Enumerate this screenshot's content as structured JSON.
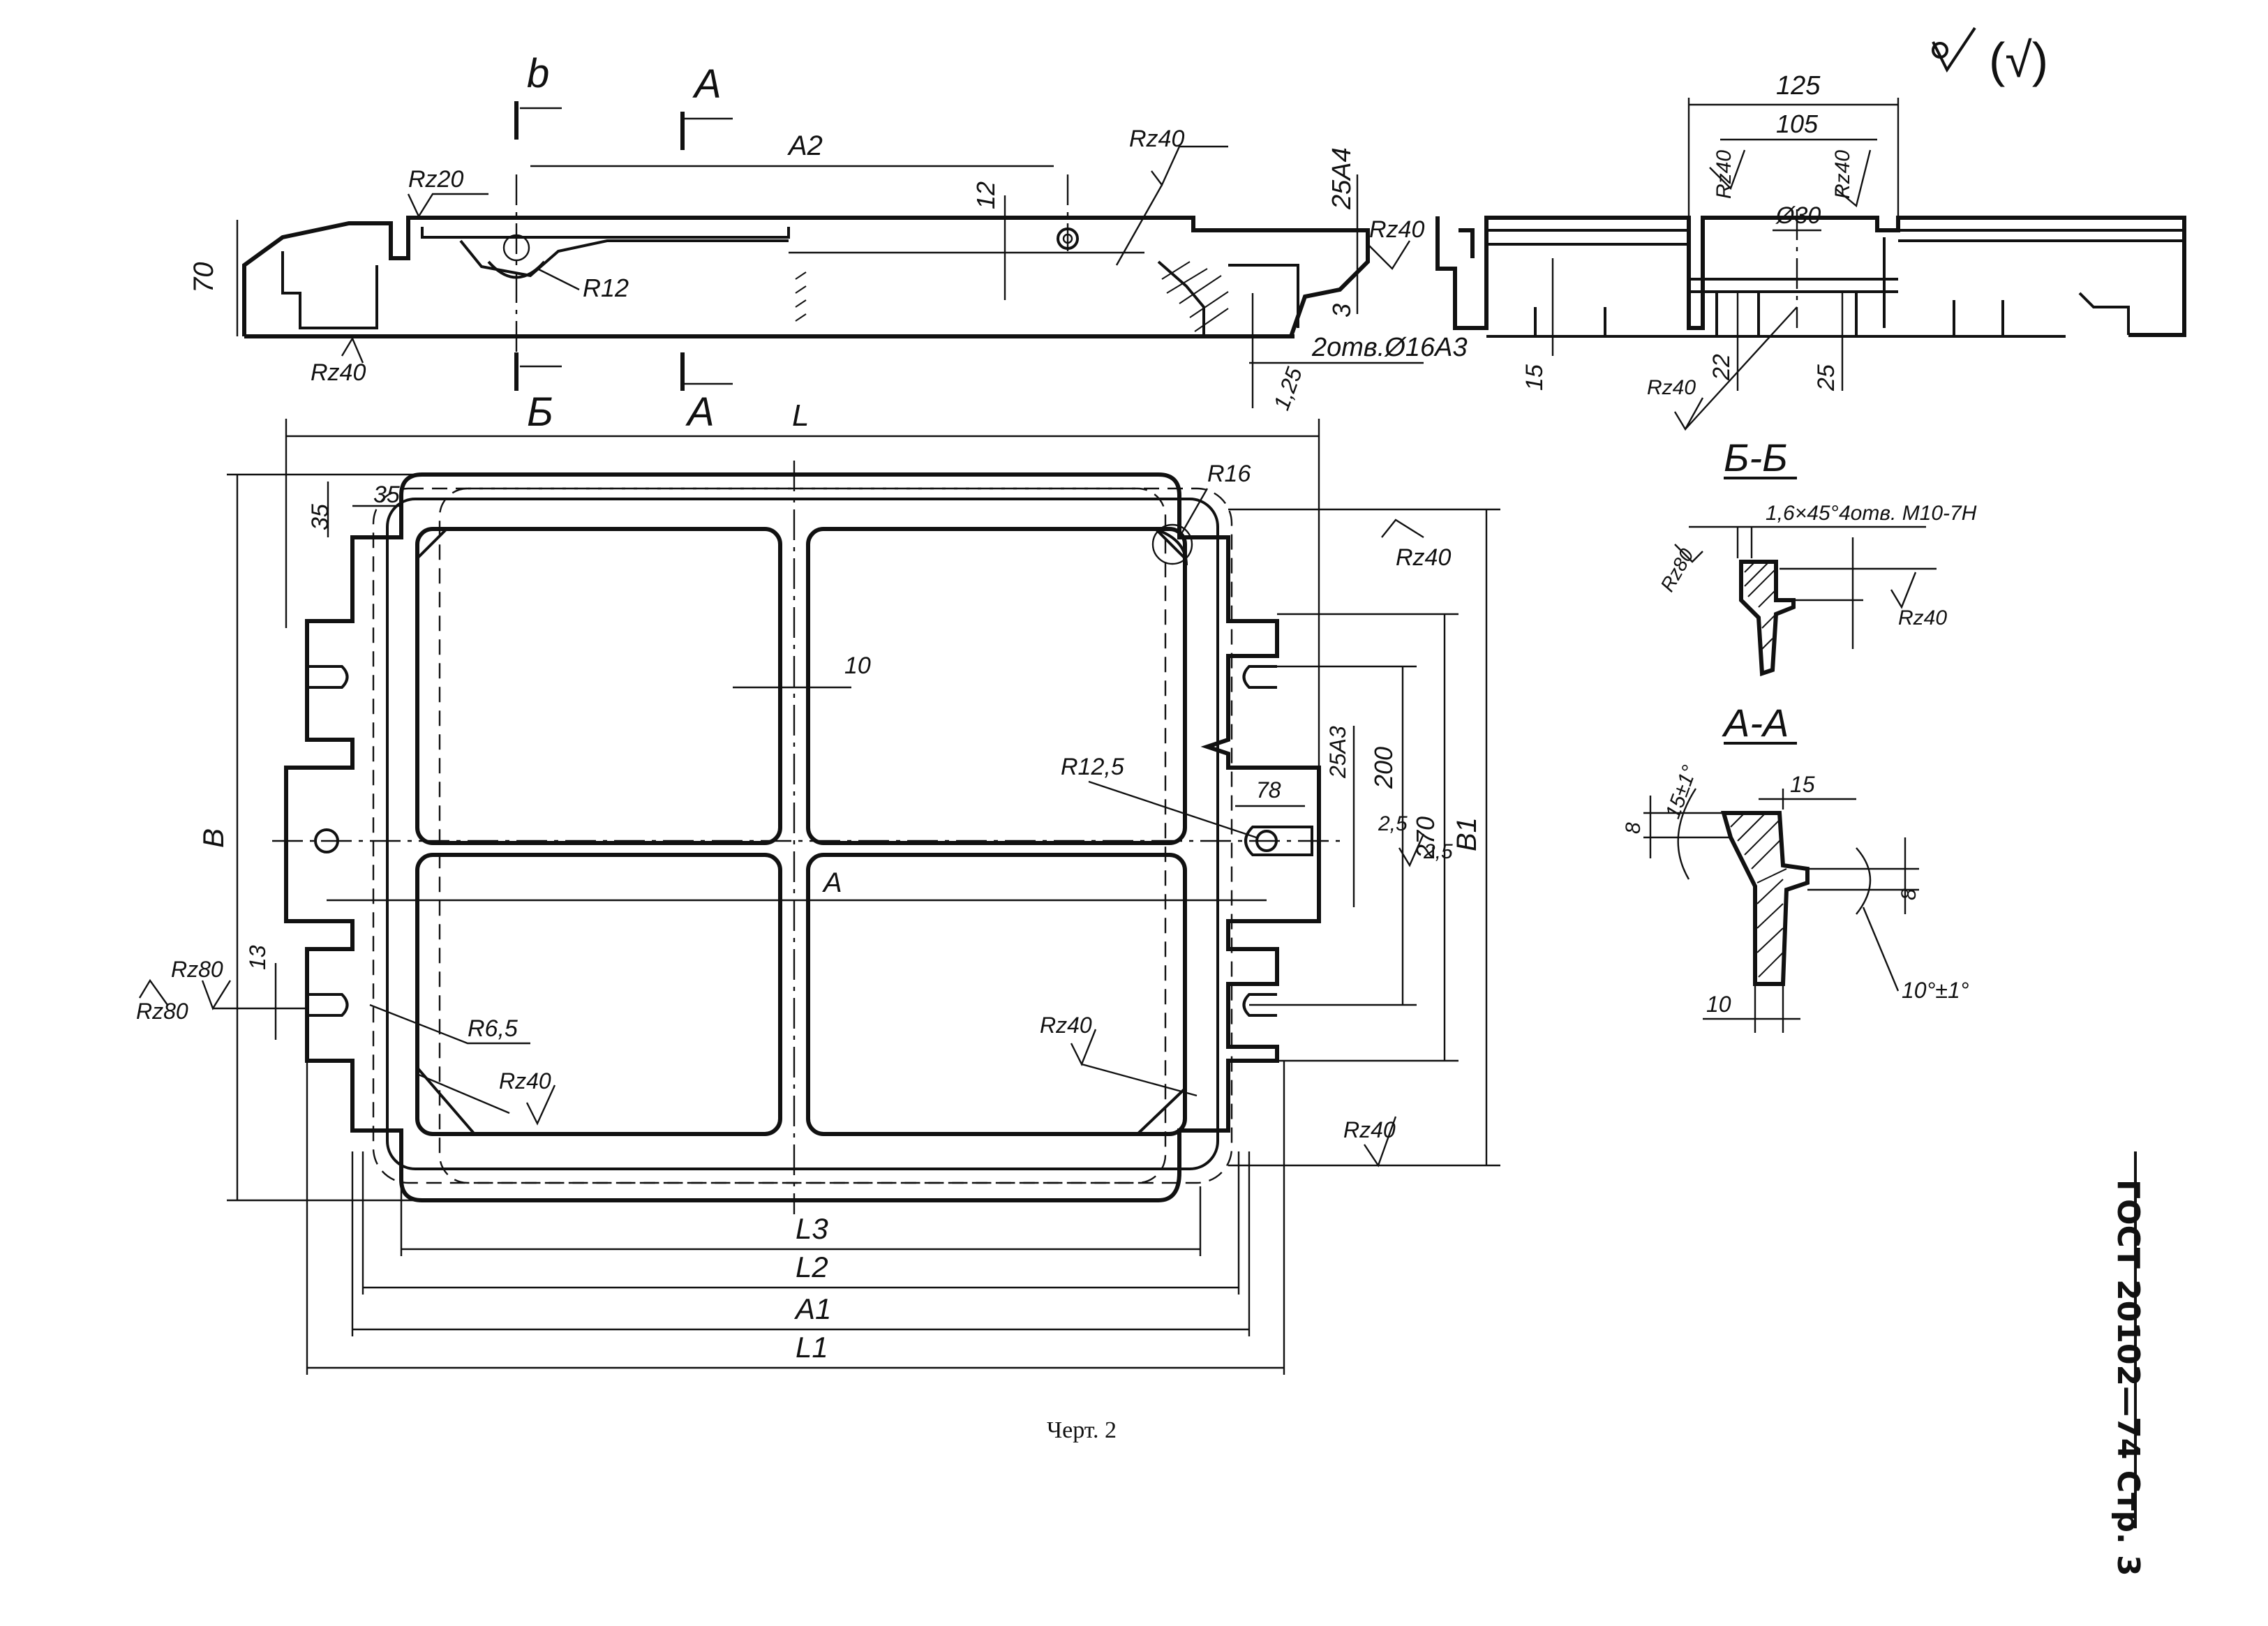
{
  "caption": "Черт. 2",
  "side_label": "ГОСТ 20102—74 Стр. 3",
  "roughness_symbol": "(√)",
  "section_marks": {
    "b_upper": "b",
    "b_lower": "Б",
    "a_upper": "A",
    "a_lower": "A"
  },
  "section_titles": {
    "bb": "Б-Б",
    "aa": "А-А"
  },
  "dims": {
    "A2": "A2",
    "L": "L",
    "L1": "L1",
    "L2": "L2",
    "L3": "L3",
    "A1": "A1",
    "A": "A",
    "B": "B",
    "B1": "B1",
    "d70": "70",
    "d12": "12",
    "d3": "3",
    "d25A4": "25A4",
    "holes_2": "2отв.Ø16A3",
    "d1_25": "1,25",
    "d35a": "35",
    "d35b": "35",
    "d10": "10",
    "d200": "200",
    "d270": "270",
    "d25A3": "25A3",
    "d78": "78",
    "d2_5a": "2,5",
    "d2_5b": "2,5",
    "d13": "13",
    "R12": "R12",
    "R16": "R16",
    "R12_5": "R12,5",
    "R6_5": "R6,5",
    "d125": "125",
    "d105": "105",
    "d30": "Ø30",
    "d15": "15",
    "d22": "22",
    "d25": "25",
    "chamfer": "1,6×45°",
    "holes_4": "4отв. M10-7H",
    "aa15": "15",
    "aa8a": "8",
    "aa8b": "8",
    "aa10": "10",
    "ang15": "15±1°",
    "ang10": "10°±1°"
  },
  "roughness": {
    "rz20": "Rz20",
    "rz40_top": "Rz40",
    "rz40_right_top": "Rz40",
    "rz40_left_bottom": "Rz40",
    "rz40_main_tr": "Rz40",
    "rz80a": "Rz80",
    "rz80b": "Rz80",
    "rz40_inner_l": "Rz40",
    "rz40_inner_r": "Rz40",
    "rz40_bottom_r": "Rz40",
    "rz40_e1": "Rz40",
    "rz40_e2": "Rz40",
    "rz40_e3": "Rz40",
    "rz80_bb": "Rz80",
    "rz40_bb": "Rz40"
  }
}
